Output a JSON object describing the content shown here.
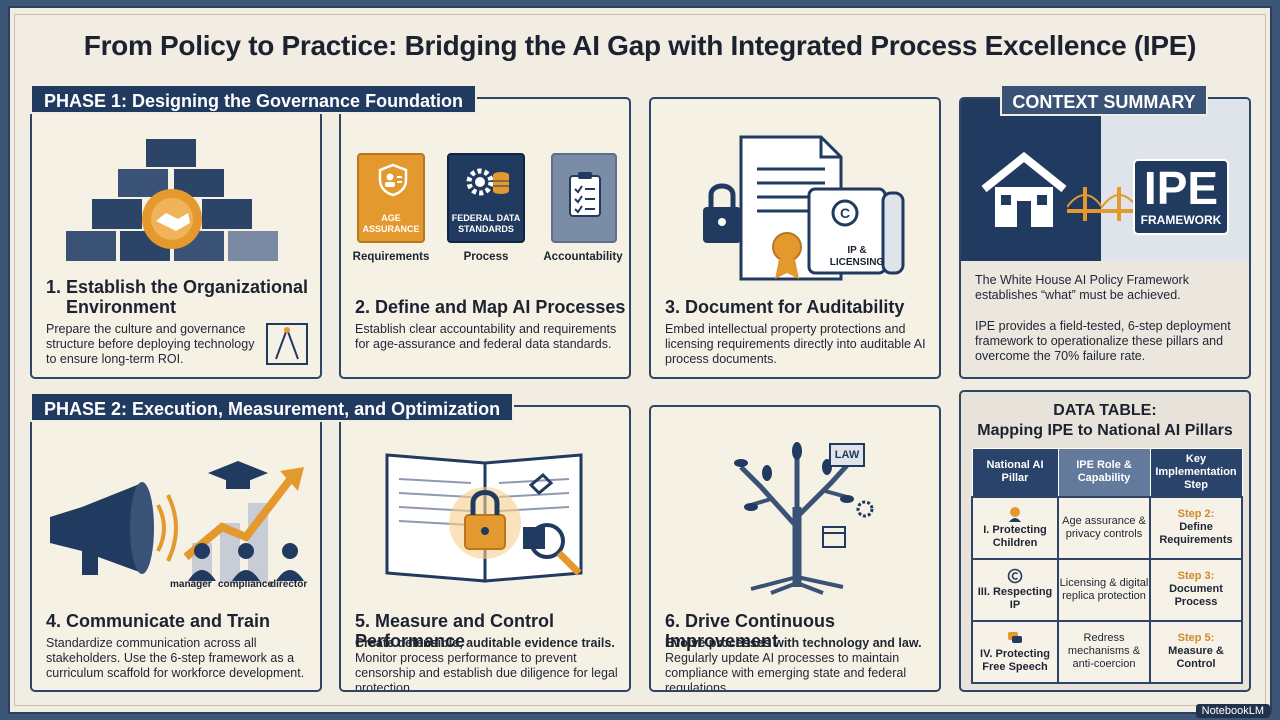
{
  "title": "From Policy to Practice: Bridging the AI Gap with Integrated Process Excellence (IPE)",
  "phase1": {
    "label": "PHASE 1: Designing the Governance Foundation"
  },
  "phase2": {
    "label": "PHASE 2: Execution, Measurement, and Optimization"
  },
  "cards": [
    {
      "heading_line1": "1. Establish the Organizational",
      "heading_line2": "Environment",
      "text": "Prepare the culture and governance structure before deploying technology to ensure long-term ROI."
    },
    {
      "heading": "2. Define and Map AI Processes",
      "text": "Establish clear accountability and requirements for age-assurance and federal data standards.",
      "icons": [
        {
          "badge": "AGE ASSURANCE",
          "caption": "Requirements",
          "icon": "shield-person-icon"
        },
        {
          "badge": "FEDERAL DATA STANDARDS",
          "caption": "Process",
          "icon": "gear-database-icon"
        },
        {
          "badge": "",
          "caption": "Accountability",
          "icon": "checklist-icon"
        }
      ]
    },
    {
      "heading": "3. Document for Auditability",
      "text": "Embed intellectual property protections and licensing requirements directly into auditable AI process documents.",
      "scroll_label": "IP & LICENSING"
    },
    {
      "heading": "4. Communicate and Train",
      "text": "Standardize communication across all stakeholders. Use the 6-step framework as a curriculum scaffold for workforce development.",
      "roles": [
        "manager",
        "compliance",
        "director"
      ]
    },
    {
      "heading": "5. Measure and Control Performance",
      "text_bold": "Create defensible, auditable evidence trails.",
      "text": "Monitor process performance to prevent censorship and establish due diligence for legal protection."
    },
    {
      "heading": "6. Drive Continuous Improvement",
      "text_bold": "Evolve processes with technology and law.",
      "text": "Regularly update AI processes to maintain compliance with emerging state and federal regulations.",
      "sign_label": "LAW"
    }
  ],
  "context": {
    "label": "CONTEXT SUMMARY",
    "ipe_big": "IPE",
    "ipe_small": "FRAMEWORK",
    "para1": "The White House AI Policy Framework establishes “what” must be achieved.",
    "para2": "IPE provides a field-tested, 6-step deployment framework to operationalize these pillars and overcome the 70% failure rate."
  },
  "table": {
    "title_line1": "DATA TABLE:",
    "title_line2": "Mapping IPE to National AI Pillars",
    "headers": [
      "National AI Pillar",
      "IPE Role & Capability",
      "Key Implementation Step"
    ],
    "rows": [
      {
        "pillar": "I. Protecting Children",
        "role": "Age assurance & privacy controls",
        "step_num": "Step 2:",
        "step": "Define Requirements",
        "icon": "child-icon"
      },
      {
        "pillar": "III. Respecting IP",
        "role": "Licensing & digital replica protection",
        "step_num": "Step 3:",
        "step": "Document Process",
        "icon": "copyright-icon"
      },
      {
        "pillar": "IV. Protecting Free Speech",
        "role": "Redress mechanisms & anti-coercion",
        "step_num": "Step 5:",
        "step": "Measure & Control",
        "icon": "speech-bubble-icon"
      }
    ]
  },
  "footer": "NotebookLM",
  "colors": {
    "navy": "#213a60",
    "accent_orange": "#e4992f",
    "cream": "#f6f1e5"
  }
}
